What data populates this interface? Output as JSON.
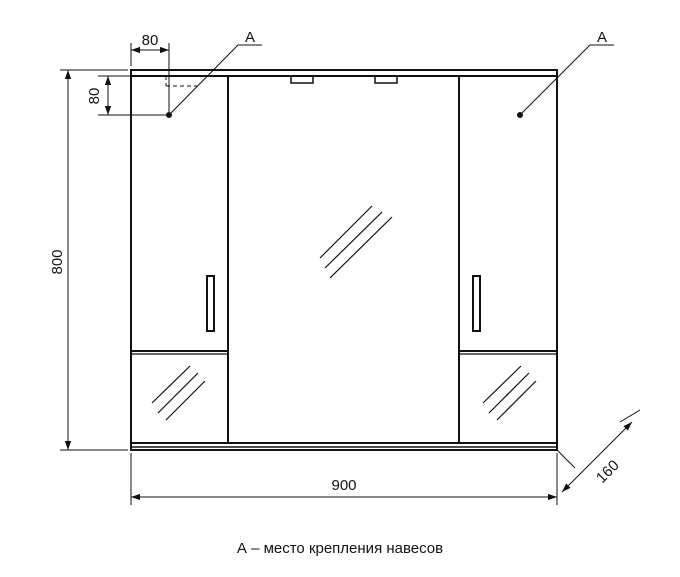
{
  "dimensions": {
    "top_width": "80",
    "top_height": "80",
    "height": "800",
    "width": "900",
    "depth": "160"
  },
  "markers": {
    "left": "A",
    "right": "A"
  },
  "caption": "А – место крепления навесов"
}
